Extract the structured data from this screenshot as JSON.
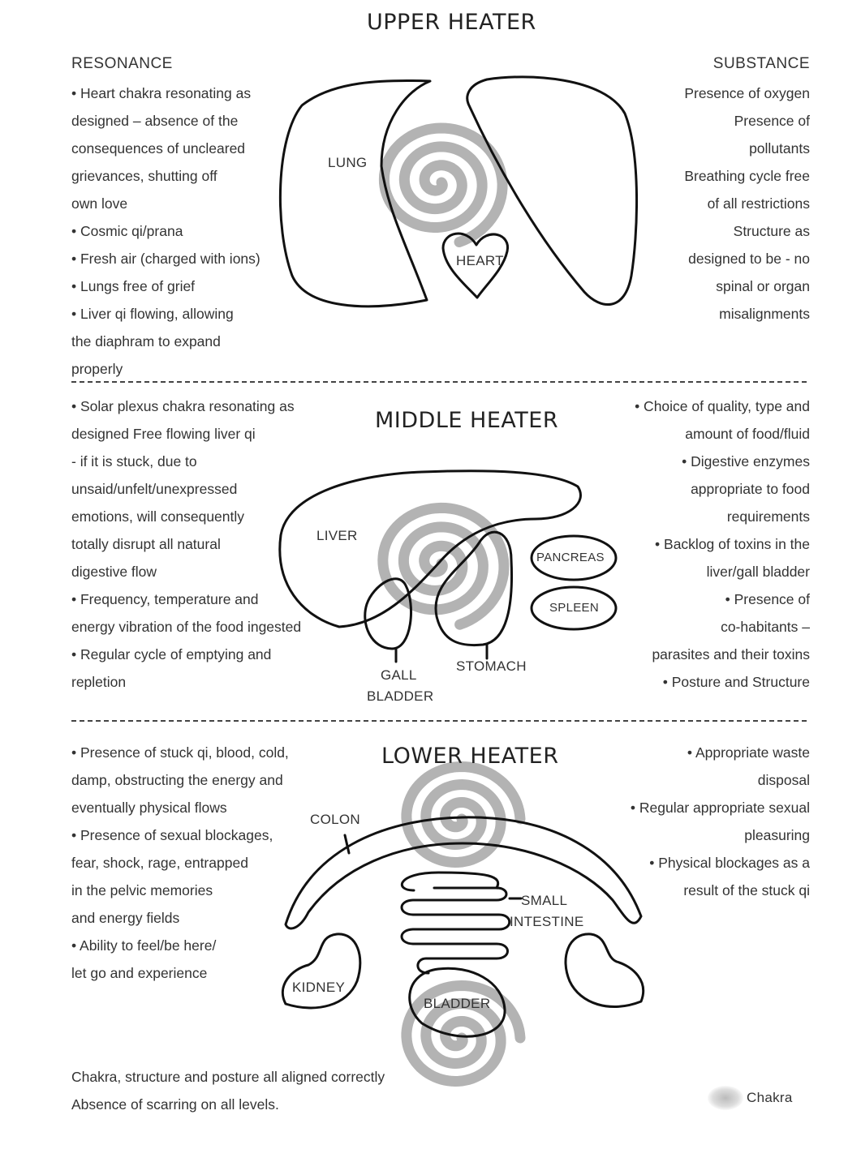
{
  "upper": {
    "title": "UPPER HEATER",
    "resonance_title": "RESONANCE",
    "substance_title": "SUBSTANCE",
    "left_lines": [
      "• Heart chakra resonating as",
      "designed – absence of the",
      "consequences of uncleared",
      "grievances, shutting off",
      "own love",
      "• Cosmic qi/prana",
      "• Fresh air (charged with ions)",
      "• Lungs free of grief",
      "• Liver qi flowing, allowing",
      "the diaphram to expand",
      "properly"
    ],
    "right_lines": [
      "Presence of oxygen",
      "Presence of",
      "pollutants",
      "Breathing cycle free",
      "of all restrictions",
      "Structure as",
      "designed to be - no",
      "spinal or organ",
      "misalignments"
    ],
    "organs": {
      "lung": "LUNG",
      "heart": "HEART"
    }
  },
  "middle": {
    "title": "MIDDLE HEATER",
    "left_lines": [
      "• Solar plexus chakra resonating as",
      "designed Free flowing liver qi",
      "- if it is stuck, due to",
      "unsaid/unfelt/unexpressed",
      "emotions, will consequently",
      "totally disrupt all natural",
      "digestive flow",
      "• Frequency, temperature and",
      "energy vibration of the food ingested",
      "• Regular cycle of emptying and",
      "repletion"
    ],
    "right_lines": [
      "• Choice of quality, type and",
      "amount of food/fluid",
      "• Digestive enzymes",
      "appropriate to food",
      "requirements",
      "• Backlog of toxins in the",
      "liver/gall bladder",
      "• Presence of",
      "co-habitants –",
      "parasites and their toxins",
      "• Posture and Structure"
    ],
    "organs": {
      "liver": "LIVER",
      "pancreas": "PANCREAS",
      "spleen": "SPLEEN",
      "gall": "GALL",
      "bladder": "BLADDER",
      "stomach": "STOMACH"
    }
  },
  "lower": {
    "title": "LOWER HEATER",
    "left_lines": [
      "• Presence of stuck qi, blood, cold,",
      "damp, obstructing the energy and",
      "eventually physical flows",
      "• Presence of sexual blockages,",
      "fear, shock, rage, entrapped",
      "in the pelvic memories",
      "and energy fields",
      "• Ability to feel/be here/",
      "let go and experience"
    ],
    "right_lines": [
      "• Appropriate waste",
      "disposal",
      "• Regular appropriate sexual",
      "pleasuring",
      "• Physical blockages as a",
      "result of the stuck qi"
    ],
    "organs": {
      "colon": "COLON",
      "small": "SMALL",
      "intestine": "INTESTINE",
      "kidney": "KIDNEY",
      "bladder": "BLADDER"
    }
  },
  "footer": {
    "line1": "Chakra, structure and posture all aligned correctly",
    "line2": "Absence of scarring on all levels.",
    "legend_label": "Chakra"
  },
  "colors": {
    "line": "#111111",
    "spiral": "#b3b3b3",
    "text": "#333333"
  }
}
